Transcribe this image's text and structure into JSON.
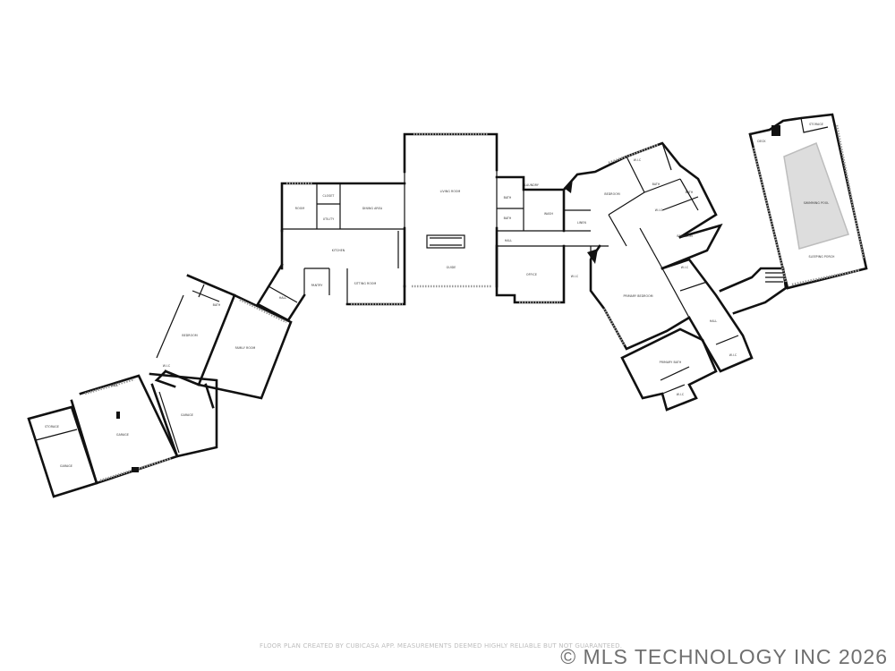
{
  "rooms": {
    "living_room": "LIVING ROOM",
    "kitchen": "KITCHEN",
    "sitting_room": "SITTING ROOM",
    "dining_area": "DINING AREA",
    "room": "ROOM",
    "closet": "CLOSET",
    "utility": "UTILITY",
    "pantry": "PANTRY",
    "hall_west": "HALL",
    "guide": "GUIDE",
    "bath_1": "BATH",
    "bath_2": "BATH",
    "laundry": "LAUNDRY",
    "wash": "WASH",
    "linen": "LINEN",
    "hall_mid": "HALL",
    "office": "OFFICE",
    "wic_mid": "W.I.C",
    "bedroom_north": "BEDROOM",
    "wic_n1": "W.I.C",
    "bath_n": "BATH",
    "bath_n2": "BATH",
    "wic_n2": "W.I.C",
    "bedroom_east": "BEDROOM",
    "primary_bedroom": "PRIMARY BEDROOM",
    "wic_e1": "W.I.C",
    "hall_east": "HALL",
    "wic_e2": "W.I.C",
    "primary_bath": "PRIMARY BATH",
    "wic_pb": "W.I.C",
    "swimming_pool": "SWIMMING POOL",
    "sleeping_porch": "SLEEPING PORCH",
    "storage": "STORAGE",
    "deck_small": "DECK",
    "bedroom_west": "BEDROOM",
    "bath_w": "BATH",
    "wic_w": "W.I.C",
    "family_room": "FAMILY ROOM",
    "garage_main": "GARAGE",
    "garage_east": "GARAGE",
    "hall_garage": "HALL",
    "garage_west": "GARAGE",
    "storage_garage": "STORAGE"
  },
  "footer": {
    "credit": "FLOOR PLAN CREATED BY CUBICASA APP. MEASUREMENTS DEEMED HIGHLY RELIABLE BUT NOT GUARANTEED.",
    "copyright": "© MLS TECHNOLOGY INC 2026"
  }
}
